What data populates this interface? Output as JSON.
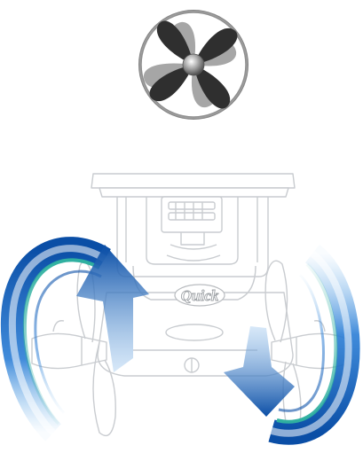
{
  "image": {
    "subject": "bow-thruster",
    "top_icon": "propeller-icon",
    "arrows": [
      "rotation-arrow-left",
      "rotation-arrow-right"
    ]
  },
  "logo": {
    "text": "Quick",
    "colors": {
      "text": "#b9bcc0",
      "outline": "#9ea2a6"
    }
  },
  "colors": {
    "line": "#c9ccd0",
    "arrow_dark": "#0a4ea6",
    "arrow_mid": "#2b7ed6",
    "arrow_light": "#8cc4f0",
    "teal": "#2fb0a0",
    "blade": "#333333",
    "blade_light": "#9b9b9b"
  }
}
